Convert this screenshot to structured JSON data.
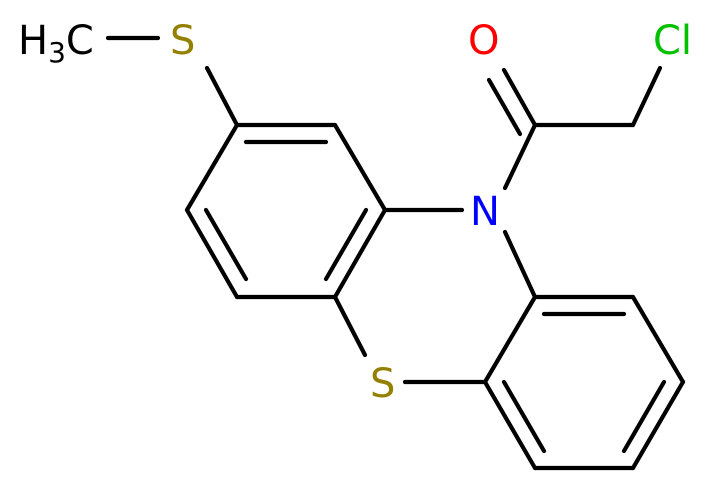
{
  "molecule": {
    "atoms": {
      "methyl": {
        "text": "H",
        "sub": "3",
        "text2": "C"
      },
      "thioether_s": "S",
      "ring_s": "S",
      "ring_n": "N",
      "carbonyl_o": "O",
      "chlorine": "Cl"
    },
    "colors": {
      "bond": "#000000",
      "carbon_hydrogen": "#000000",
      "sulfur": "#948000",
      "nitrogen": "#0000ff",
      "oxygen": "#ff0000",
      "chlorine": "#00c000"
    }
  }
}
